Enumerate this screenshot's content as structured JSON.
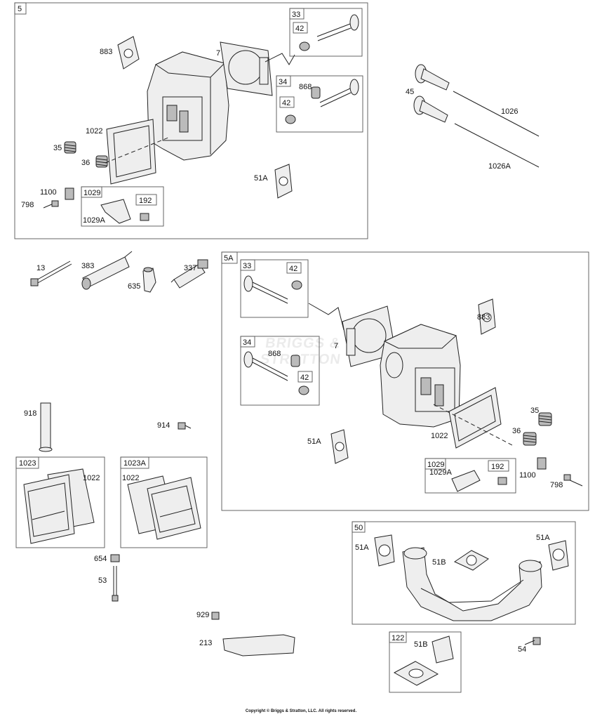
{
  "colors": {
    "line": "#222222",
    "part_fill": "#eeeeee",
    "part_dark": "#bbbbbb",
    "box": "#555555"
  },
  "watermark": "BRIGGS & STRATTON",
  "copyright": "Copyright © Briggs & Stratton, LLC. All rights reserved.",
  "groups": {
    "g5": {
      "tag": "5"
    },
    "g33a": {
      "tag": "33"
    },
    "g42a": {
      "tag": "42"
    },
    "g34a": {
      "tag": "34"
    },
    "g42b": {
      "tag": "42"
    },
    "g1029a": {
      "tag": "1029"
    },
    "g192a": {
      "tag": "192"
    },
    "g5a": {
      "tag": "5A"
    },
    "g33b": {
      "tag": "33"
    },
    "g42c": {
      "tag": "42"
    },
    "g34b": {
      "tag": "34"
    },
    "g42d": {
      "tag": "42"
    },
    "g1029b": {
      "tag": "1029"
    },
    "g192b": {
      "tag": "192"
    },
    "g1023": {
      "tag": "1023"
    },
    "g1023a": {
      "tag": "1023A"
    },
    "g50": {
      "tag": "50"
    },
    "g122": {
      "tag": "122"
    }
  },
  "labels": {
    "p883a": "883",
    "p7a": "7",
    "p868a": "868",
    "p1022a": "1022",
    "p35a": "35",
    "p36a": "36",
    "p51a1": "51A",
    "p1100a": "1100",
    "p798a": "798",
    "p1029Aa": "1029A",
    "p45": "45",
    "p1026": "1026",
    "p1026A": "1026A",
    "p13": "13",
    "p383": "383",
    "p337": "337",
    "p635": "635",
    "p883b": "883",
    "p7b": "7",
    "p868b": "868",
    "p1022b": "1022",
    "p35b": "35",
    "p36b": "36",
    "p51a2": "51A",
    "p1029Ab": "1029A",
    "p1100b": "1100",
    "p798b": "798",
    "p918": "918",
    "p914": "914",
    "p1022c": "1022",
    "p1022d": "1022",
    "p654": "654",
    "p53": "53",
    "p929": "929",
    "p213": "213",
    "p51a3": "51A",
    "p51b1": "51B",
    "p51a4": "51A",
    "p51b2": "51B",
    "p54": "54"
  }
}
